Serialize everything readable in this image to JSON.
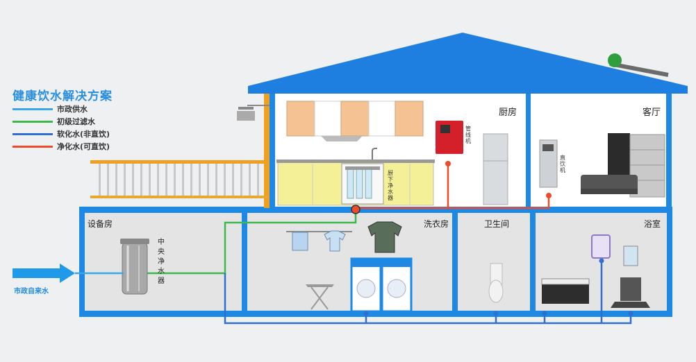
{
  "legend": {
    "title": "健康饮水解决方案",
    "items": [
      {
        "label": "市政供水",
        "color": "#38a8ea"
      },
      {
        "label": "初级过滤水",
        "color": "#3cb84a"
      },
      {
        "label": "软化水(非直饮)",
        "color": "#2f6fd0"
      },
      {
        "label": "净化水(可直饮)",
        "color": "#ef4a2a"
      }
    ]
  },
  "rooms": {
    "kitchen": "厨房",
    "living": "客厅",
    "equipment": "设备房",
    "laundry": "洗衣房",
    "bathroom": "卫生间",
    "shower": "浴室"
  },
  "devices": {
    "central_purifier": "中央净水器",
    "kitchen_purifier": "厨下净水器",
    "wall_dispenser": "管线机",
    "living_dispenser": "直饮机"
  },
  "inlet": "市政自来水",
  "colors": {
    "structure": "#1e88e5",
    "roof": "#1e7fe0",
    "orange": "#f0a020"
  }
}
